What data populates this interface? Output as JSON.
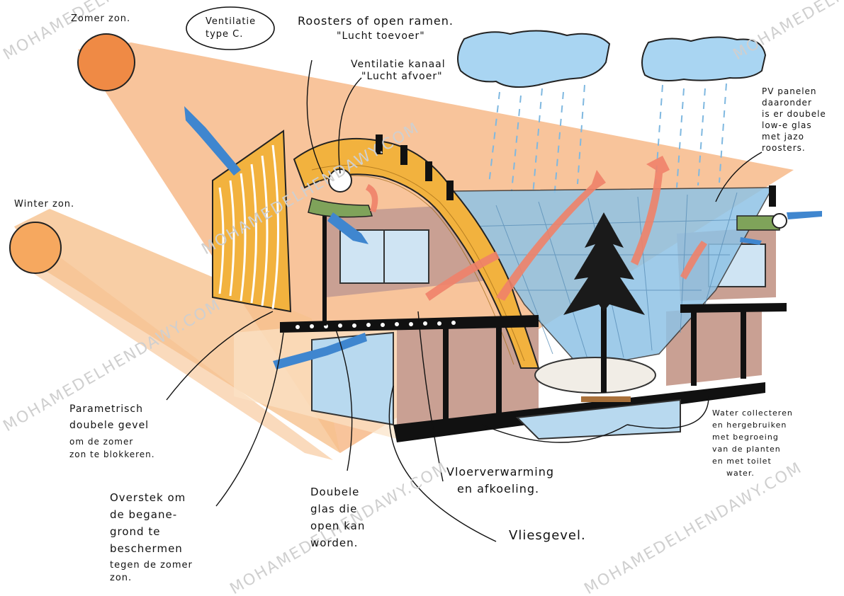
{
  "labels": {
    "summer_sun": "Zomer zon.",
    "winter_sun": "Winter zon.",
    "ventilation_type": [
      "Ventilatie",
      "type C."
    ],
    "grilles": [
      "Roosters of open ramen.",
      "\"Lucht toevoer\""
    ],
    "vent_channel": [
      "Ventilatie kanaal",
      "\"Lucht afvoer\""
    ],
    "pv_panels": [
      "PV panelen",
      "daaronder",
      "is er doubele",
      "low-e glas",
      "met jazo",
      "roosters."
    ],
    "parametric_facade": [
      "Parametrisch",
      "doubele gevel",
      "om de zomer",
      "zon te blokkeren."
    ],
    "overhang": [
      "Overstek om",
      "de begane-",
      "grond te",
      "beschermen",
      "tegen de zomer",
      "zon."
    ],
    "double_glass": [
      "Doubele",
      "glas die",
      "open kan",
      "worden."
    ],
    "floor_heating": [
      "Vloerverwarming",
      "en afkoeling."
    ],
    "curtain_wall": "Vliesgevel.",
    "water": [
      "Water collecteren",
      "en hergebruiken",
      "met begroeing",
      "van de planten",
      "en met toilet",
      "water."
    ]
  },
  "watermark": "MOHAMEDELHENDAWY.COM",
  "colors": {
    "summer_sun": "#ef8a45",
    "winter_sun": "#f6a85f",
    "sun_ray": "#f5b07a",
    "roof_orange": "#f2b23e",
    "glass_blue": "#8fc3e6",
    "sky_cloud": "#a9d5f2",
    "rain": "#7fb8e0",
    "brown_wall": "#c9a093",
    "arrow_red": "#f0826a",
    "wind_blue": "#3f86cf",
    "duct_green": "#7fa35a"
  },
  "icons": [
    "sun-icon",
    "cloud-icon",
    "tree-icon",
    "wind-arrow-icon",
    "warm-air-arrow-icon",
    "vent-fan-icon"
  ]
}
